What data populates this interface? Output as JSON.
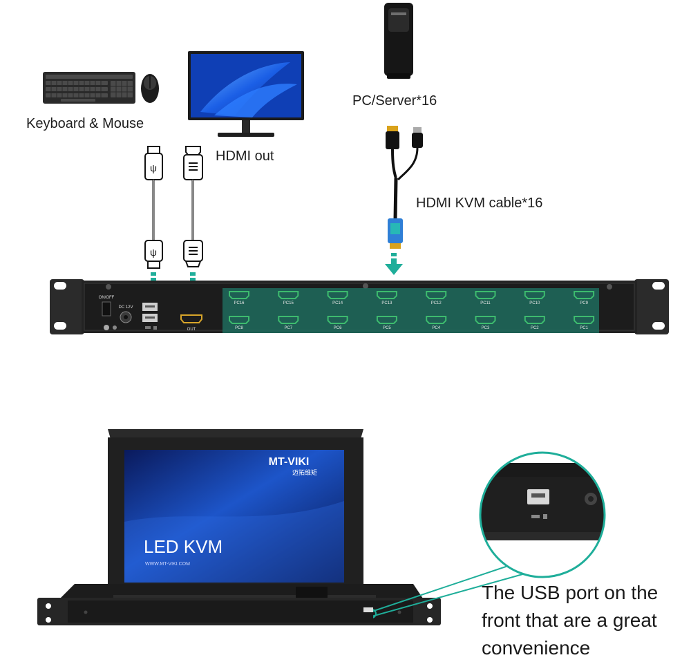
{
  "devices": {
    "keyboard_mouse": {
      "label": "Keyboard & Mouse"
    },
    "monitor": {
      "label": "HDMI out"
    },
    "pc_server": {
      "label": "PC/Server*16"
    },
    "kvm_cable": {
      "label": "HDMI KVM cable*16"
    }
  },
  "rear_panel": {
    "power_switch_label": "ON/OFF",
    "dc_label": "DC 12V",
    "out_label": "OUT",
    "ports_top_row": [
      "PC16",
      "PC15",
      "PC14",
      "PC13",
      "PC12",
      "PC11",
      "PC10",
      "PC9"
    ],
    "ports_bottom_row": [
      "PC8",
      "PC7",
      "PC6",
      "PC5",
      "PC4",
      "PC3",
      "PC2",
      "PC1"
    ]
  },
  "kvm_console": {
    "brand": "MT-VIKI",
    "brand_cn": "迈拓维矩",
    "screen_title": "LED KVM",
    "website": "WWW.MT-VIKI.COM"
  },
  "front_usb_caption": {
    "lines": [
      "The USB port on the",
      "front that are a great",
      "convenience"
    ]
  },
  "colors": {
    "arrow": "#1fae9a",
    "highlight_panel": "#1f6b5d",
    "port_color": "#3dbb6e",
    "rack_body": "#2b2b2b"
  }
}
